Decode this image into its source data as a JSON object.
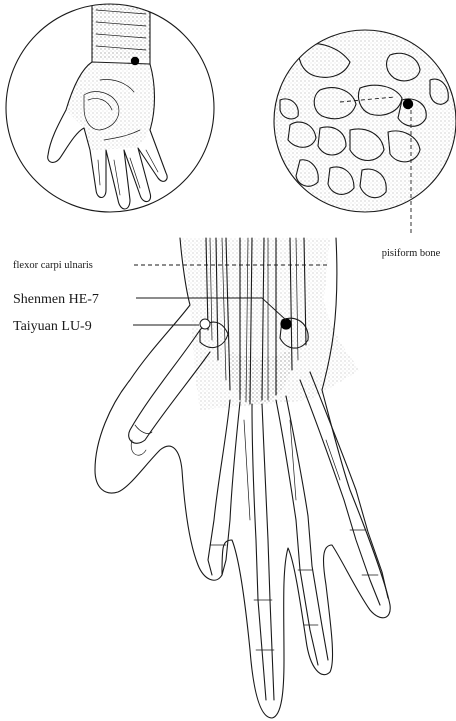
{
  "labels": {
    "flexor_carpi_ulnaris": "flexor carpi ulnaris",
    "shenmen": "Shenmen HE-7",
    "taiyuan": "Taiyuan LU-9",
    "pisiform": "pisiform bone"
  },
  "colors": {
    "ink": "#1a1a1a",
    "background": "#ffffff"
  }
}
